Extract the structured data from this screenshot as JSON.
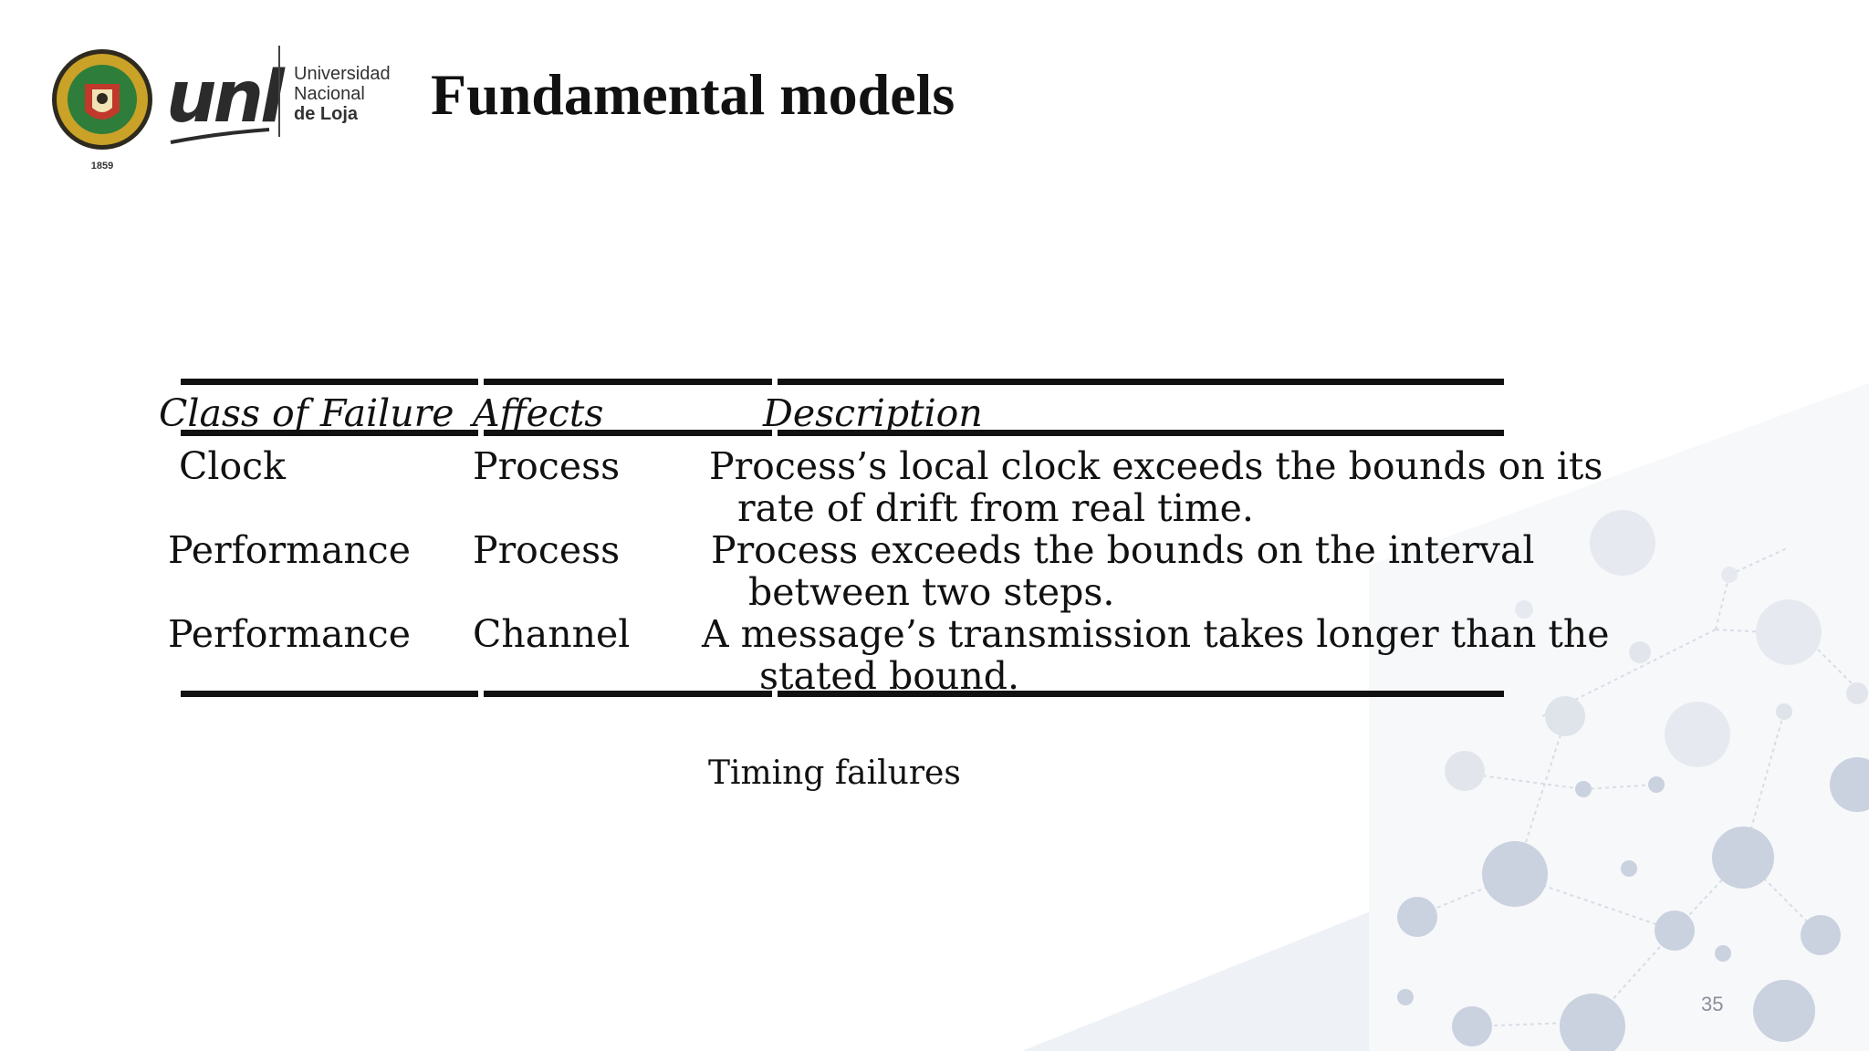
{
  "slide": {
    "title": "Fundamental models",
    "logo": {
      "seal_year": "1859",
      "wordmark": "unl",
      "name_lines": [
        "Universidad",
        "Nacional",
        "de Loja"
      ]
    },
    "table": {
      "headers": [
        "Class of Failure",
        "Affects",
        "Description"
      ],
      "rows": [
        {
          "class": "Clock",
          "affects": "Process",
          "description": [
            "Process’s local clock exceeds the bounds on its",
            "rate of drift from real time."
          ]
        },
        {
          "class": "Performance",
          "affects": "Process",
          "description": [
            "Process exceeds the bounds on the interval",
            "between two steps."
          ]
        },
        {
          "class": "Performance",
          "affects": "Channel",
          "description": [
            "A message’s transmission takes longer than the",
            "stated bound."
          ]
        }
      ]
    },
    "caption": "Timing failures",
    "page_number": "35"
  },
  "colors": {
    "background": "#ffffff",
    "text": "#111111",
    "decor_light": "#e9ecf1",
    "decor_node": "#c9d2de",
    "page_number": "#8a8f99"
  }
}
